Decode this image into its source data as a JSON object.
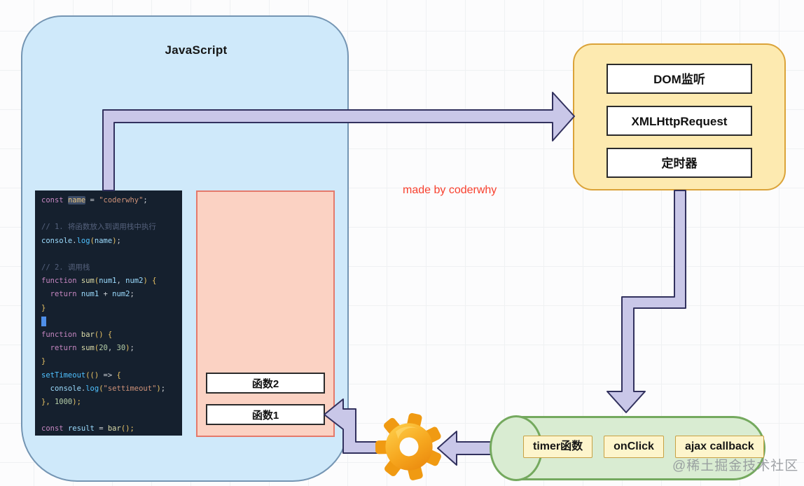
{
  "diagram": {
    "title": "JavaScript",
    "credit": "made by coderwhy",
    "watermark": "@稀土掘金技术社区"
  },
  "colors": {
    "container_fill": "#cfe9fa",
    "api_panel_fill": "#fdeab0",
    "call_stack_fill": "#fbd2c3",
    "queue_fill": "#d9ecd2",
    "queue_border": "#74a95e",
    "arrow_fill": "#c9c7e8",
    "arrow_border": "#32315e",
    "credit_red": "#f8402e",
    "gear_orange": "#f2990f"
  },
  "icons": {
    "gear": "gear-icon"
  },
  "web_apis": {
    "items": [
      "DOM监听",
      "XMLHttpRequest",
      "定时器"
    ]
  },
  "call_stack": {
    "frames": [
      "函数2",
      "函数1"
    ]
  },
  "task_queue": {
    "items": [
      "timer函数",
      "onClick",
      "ajax callback"
    ]
  },
  "code_editor": {
    "lines": [
      [
        {
          "t": "const ",
          "c": "kw"
        },
        {
          "t": "name",
          "c": "var hl"
        },
        {
          "t": " = ",
          "c": "op"
        },
        {
          "t": "\"coderwhy\"",
          "c": "str"
        },
        {
          "t": ";",
          "c": "op"
        }
      ],
      [],
      [
        {
          "t": "// 1. 将函数放入到调用栈中执行",
          "c": "com"
        }
      ],
      [
        {
          "t": "console",
          "c": "var"
        },
        {
          "t": ".",
          "c": "op"
        },
        {
          "t": "log",
          "c": "meth"
        },
        {
          "t": "(",
          "c": "br"
        },
        {
          "t": "name",
          "c": "var"
        },
        {
          "t": ")",
          "c": "br"
        },
        {
          "t": ";",
          "c": "op"
        }
      ],
      [],
      [
        {
          "t": "// 2. 调用栈",
          "c": "com"
        }
      ],
      [
        {
          "t": "function ",
          "c": "kw"
        },
        {
          "t": "sum",
          "c": "fn"
        },
        {
          "t": "(",
          "c": "br"
        },
        {
          "t": "num1",
          "c": "var"
        },
        {
          "t": ", ",
          "c": "op"
        },
        {
          "t": "num2",
          "c": "var"
        },
        {
          "t": ")",
          "c": "br"
        },
        {
          "t": " {",
          "c": "br"
        }
      ],
      [
        {
          "t": "  return",
          "c": "kw"
        },
        {
          "t": " num1 ",
          "c": "var"
        },
        {
          "t": "+",
          "c": "op"
        },
        {
          "t": " num2",
          "c": "var"
        },
        {
          "t": ";",
          "c": "op"
        }
      ],
      [
        {
          "t": "}",
          "c": "br"
        }
      ],
      [
        {
          "t": "",
          "c": "cursor"
        }
      ],
      [
        {
          "t": "function ",
          "c": "kw"
        },
        {
          "t": "bar",
          "c": "fn"
        },
        {
          "t": "() {",
          "c": "br"
        }
      ],
      [
        {
          "t": "  return ",
          "c": "kw"
        },
        {
          "t": "sum",
          "c": "fn"
        },
        {
          "t": "(",
          "c": "br"
        },
        {
          "t": "20",
          "c": "num"
        },
        {
          "t": ", ",
          "c": "op"
        },
        {
          "t": "30",
          "c": "num"
        },
        {
          "t": ")",
          "c": "br"
        },
        {
          "t": ";",
          "c": "op"
        }
      ],
      [
        {
          "t": "}",
          "c": "br"
        }
      ],
      [
        {
          "t": "setTimeout",
          "c": "meth"
        },
        {
          "t": "(() ",
          "c": "br"
        },
        {
          "t": "=> ",
          "c": "op"
        },
        {
          "t": "{",
          "c": "br"
        }
      ],
      [
        {
          "t": "  console",
          "c": "var"
        },
        {
          "t": ".",
          "c": "op"
        },
        {
          "t": "log",
          "c": "meth"
        },
        {
          "t": "(",
          "c": "br"
        },
        {
          "t": "\"settimeout\"",
          "c": "str"
        },
        {
          "t": ")",
          "c": "br"
        },
        {
          "t": ";",
          "c": "op"
        }
      ],
      [
        {
          "t": "}, ",
          "c": "br"
        },
        {
          "t": "1000",
          "c": "num"
        },
        {
          "t": ");",
          "c": "br"
        }
      ],
      [],
      [
        {
          "t": "const ",
          "c": "kw"
        },
        {
          "t": "result",
          "c": "var"
        },
        {
          "t": " = ",
          "c": "op"
        },
        {
          "t": "bar",
          "c": "fn"
        },
        {
          "t": "();",
          "c": "br"
        }
      ]
    ]
  }
}
